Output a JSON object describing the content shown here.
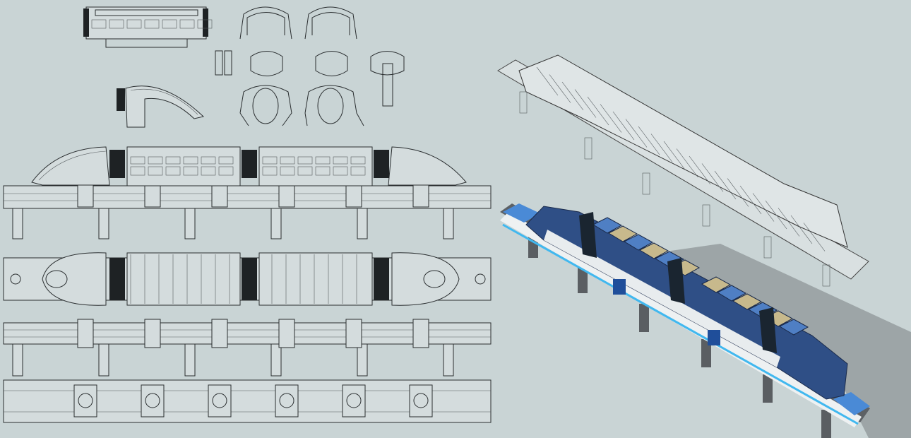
{
  "colors": {
    "background": "#c9d4d5",
    "wire": "#2a2e30",
    "body_blue": "#2f4f86",
    "glass_blue": "#4f7fc4",
    "roof_tan": "#c7b98c",
    "panel_white": "#e8ecee",
    "pillar_gray": "#5a5e62",
    "accent_cyan": "#41b8ef",
    "shadow": "#8e9697"
  },
  "views": [
    "part-details",
    "side-elevation",
    "top-plan",
    "track-side-elevation",
    "track-top-plan",
    "wireframe-perspective",
    "rendered-perspective"
  ]
}
